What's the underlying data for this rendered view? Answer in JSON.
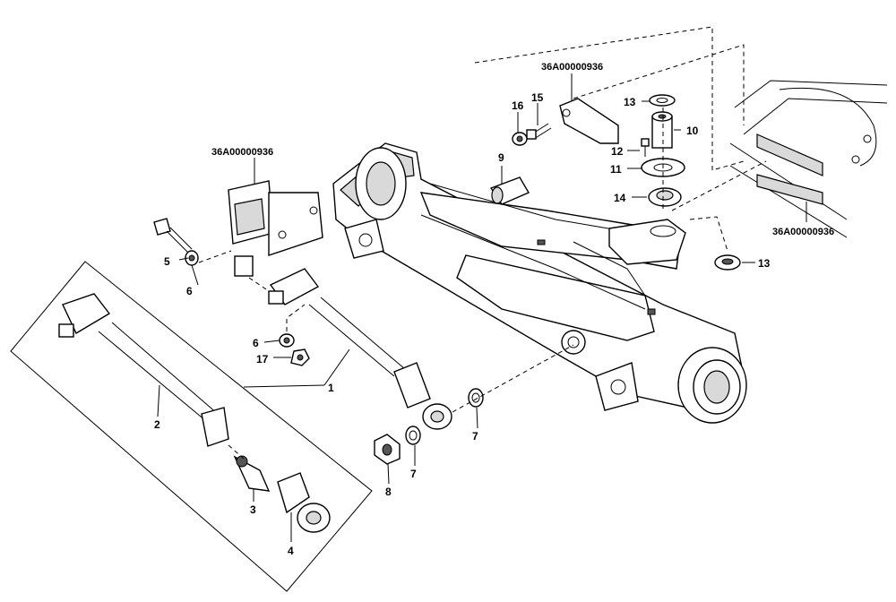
{
  "diagram": {
    "callouts": {
      "c1": "1",
      "c2": "2",
      "c3": "3",
      "c4": "4",
      "c5": "5",
      "c6a": "6",
      "c6b": "6",
      "c7a": "7",
      "c7b": "7",
      "c8": "8",
      "c9": "9",
      "c10": "10",
      "c11": "11",
      "c12": "12",
      "c13a": "13",
      "c13b": "13",
      "c14": "14",
      "c15": "15",
      "c16": "16",
      "c17": "17"
    },
    "refs": {
      "r1": "36A00000936",
      "r2": "36A00000936",
      "r3": "36A00000936"
    }
  }
}
